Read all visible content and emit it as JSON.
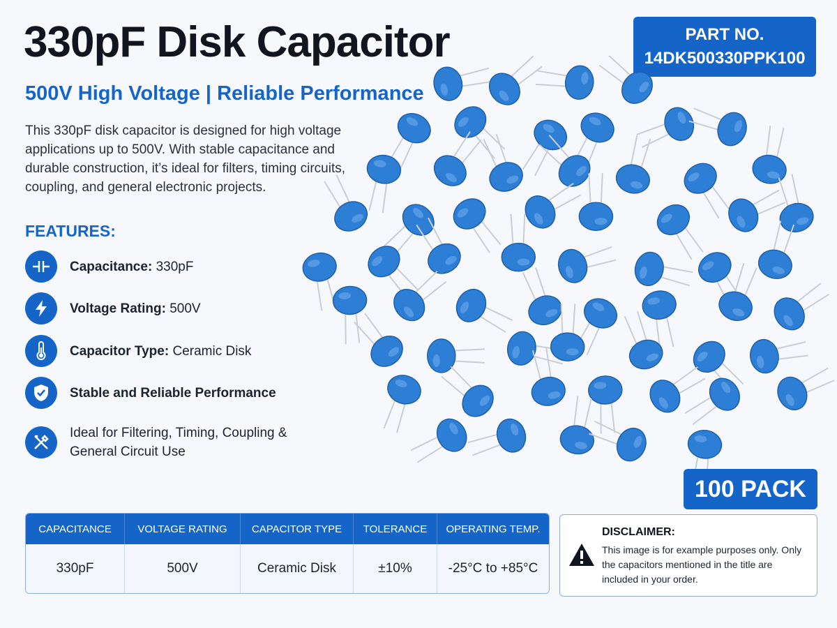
{
  "header": {
    "title": "330pF Disk Capacitor",
    "subtitle": "500V High Voltage | Reliable Performance",
    "description": "This 330pF disk capacitor is designed for high voltage applications up to 500V. With stable capacitance and durable construction, it’s ideal for filters, timing circuits, coupling, and general electronic projects."
  },
  "part": {
    "label": "PART NO.",
    "number": "14DK500330PPK100"
  },
  "features": {
    "heading": "FEATURES:",
    "items": [
      {
        "icon": "capacitor-symbol-icon",
        "label": "Capacitance:",
        "value": "330pF"
      },
      {
        "icon": "lightning-bolt-icon",
        "label": "Voltage Rating:",
        "value": "500V"
      },
      {
        "icon": "thermometer-icon",
        "label": "Capacitor Type:",
        "value": "Ceramic Disk"
      },
      {
        "icon": "shield-check-icon",
        "label": "Stable and Reliable Performance",
        "value": ""
      },
      {
        "icon": "tools-icon",
        "label": "",
        "value": "Ideal for Filtering, Timing, Coupling & General Circuit Use"
      }
    ]
  },
  "pack": {
    "label": "100 PACK"
  },
  "specs": {
    "headers": [
      "CAPACITANCE",
      "VOLTAGE RATING",
      "CAPACITOR TYPE",
      "TOLERANCE",
      "OPERATING TEMP."
    ],
    "values": [
      "330pF",
      "500V",
      "Ceramic Disk",
      "±10%",
      "-25°C to +85°C"
    ]
  },
  "disclaimer": {
    "title": "DISCLAIMER:",
    "text": "This image is for example purposes only. Only the capacitors mentioned in the title are included in your order.",
    "icon": "warning-icon"
  },
  "colors": {
    "accent": "#1565c8",
    "capacitor": "#2d7fd6",
    "lead": "#c9ced6"
  }
}
